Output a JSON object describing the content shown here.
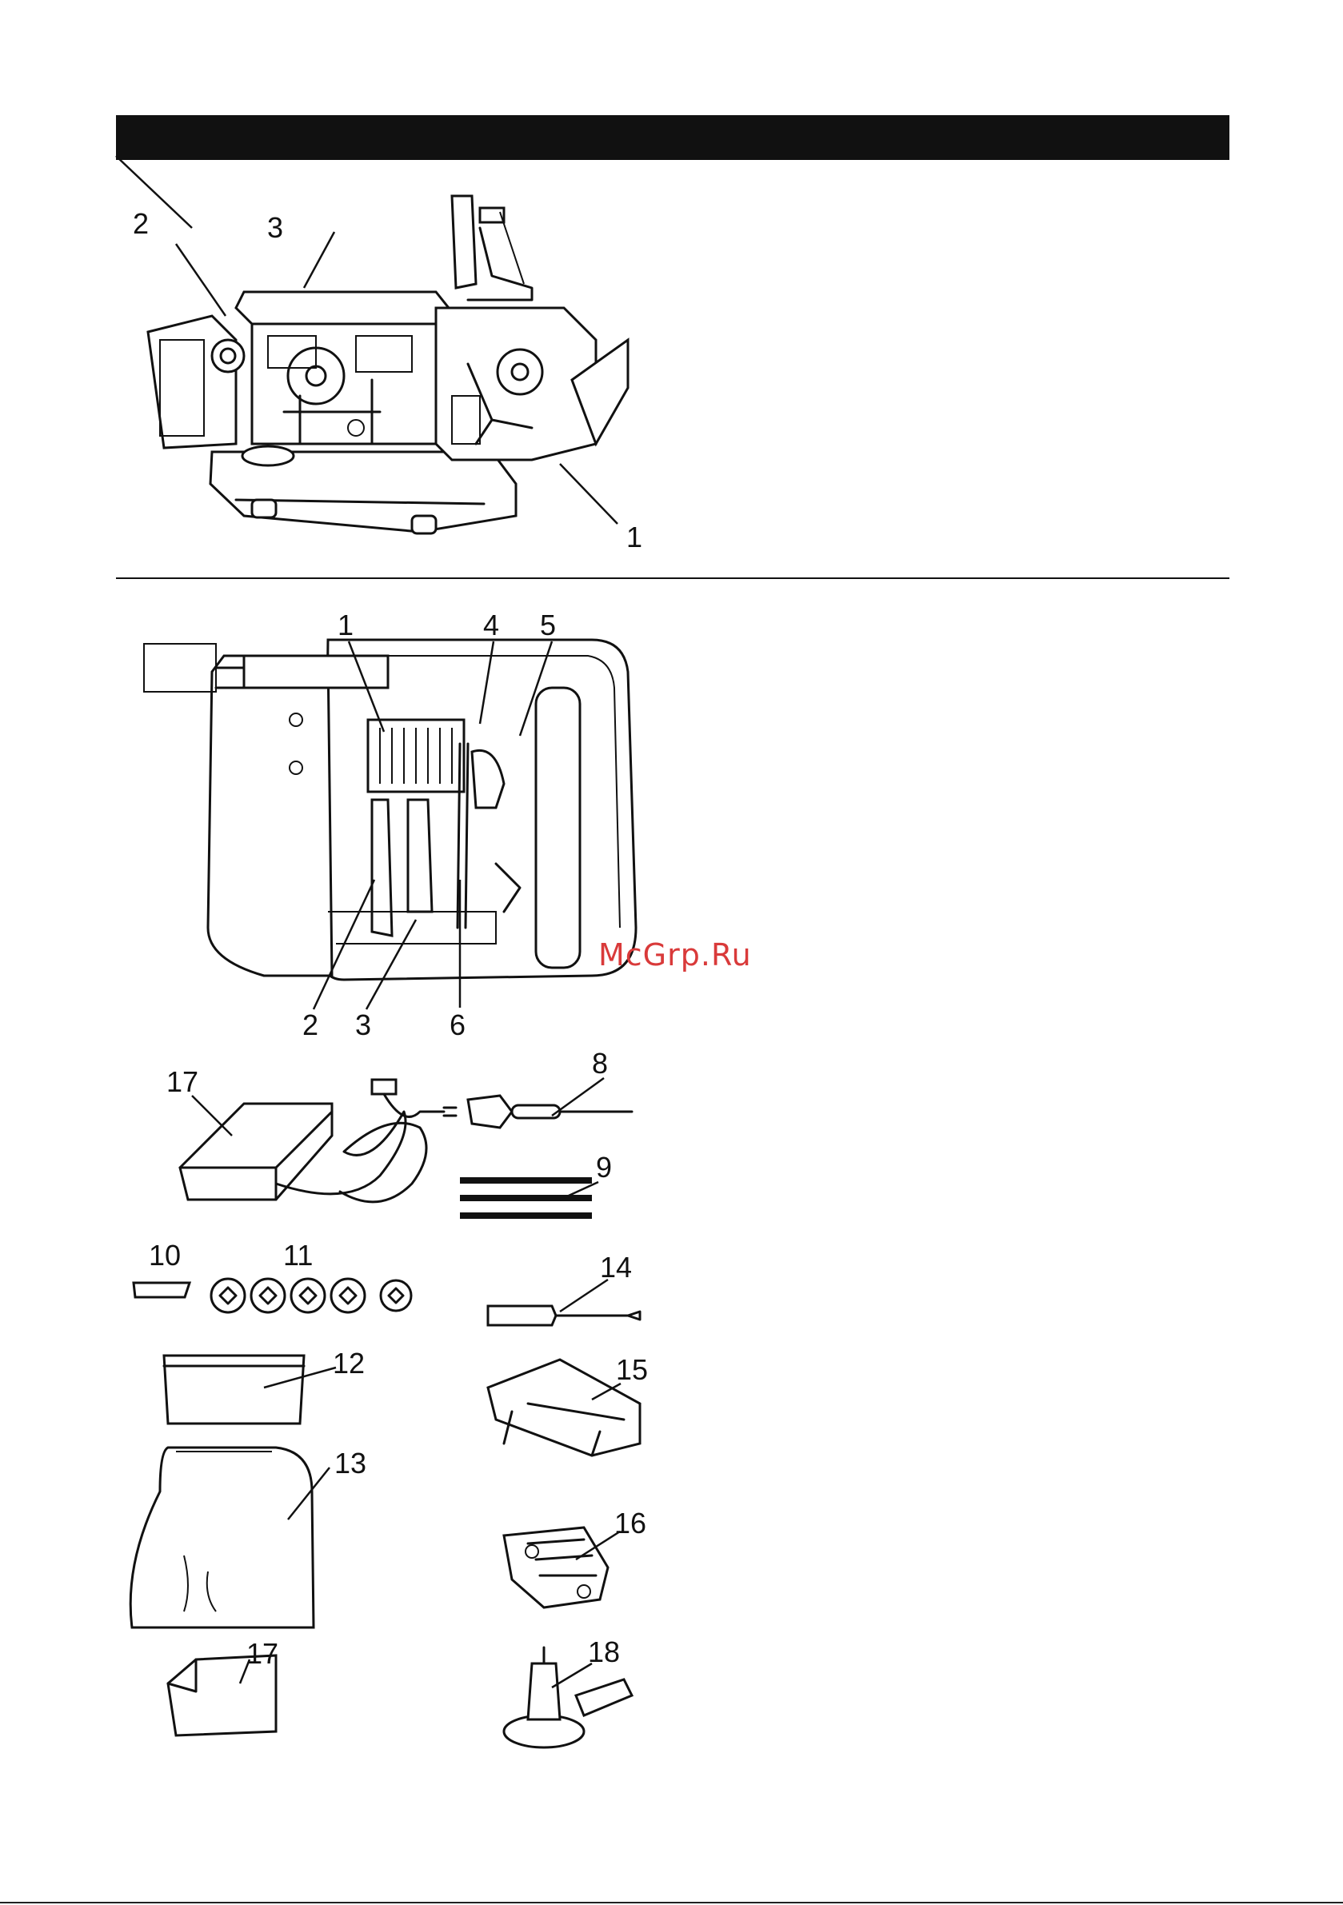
{
  "header": {
    "title": ""
  },
  "figure1": {
    "callouts": [
      "1",
      "2",
      "3"
    ]
  },
  "figure2": {
    "callouts": [
      "1",
      "2",
      "3",
      "4",
      "5",
      "6"
    ]
  },
  "accessories": {
    "callouts": [
      "8",
      "9",
      "10",
      "11",
      "12",
      "13",
      "14",
      "15",
      "16",
      "17",
      "17",
      "18"
    ]
  },
  "watermark": "McGrp.Ru",
  "icons": [
    "sewing-machine-front-illustration",
    "looper-area-illustration",
    "foot-controller-illustration",
    "screwdriver-icon",
    "brush-icon",
    "spool-cap-icon"
  ]
}
